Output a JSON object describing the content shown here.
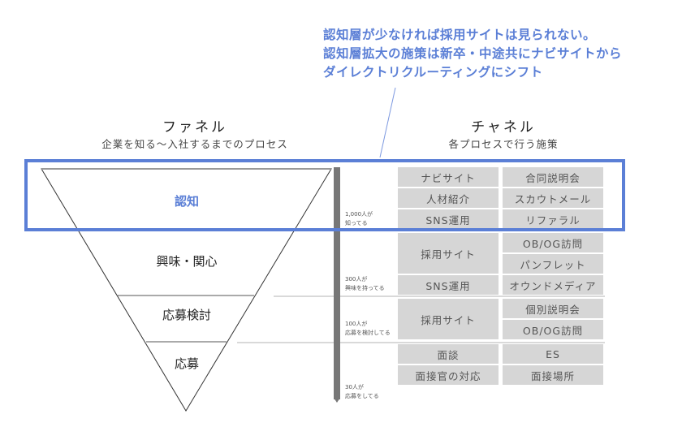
{
  "callout": {
    "lines": [
      "認知層が少なければ採用サイトは見られない。",
      "認知層拡大の施策は新卒・中途共にナビサイトから",
      "ダイレクトリクルーティングにシフト"
    ],
    "color": "#5b7fd6"
  },
  "funnel": {
    "title": "ファネル",
    "subtitle": "企業を知る〜入社するまでのプロセス",
    "stages": [
      {
        "label": "認知",
        "highlighted": true
      },
      {
        "label": "興味・関心"
      },
      {
        "label": "応募検討"
      },
      {
        "label": "応募"
      }
    ]
  },
  "channel": {
    "title": "チャネル",
    "subtitle": "各プロセスで行う施策",
    "counts": [
      {
        "line1": "1,000人が",
        "line2": "知ってる"
      },
      {
        "line1": "300人が",
        "line2": "興味を持ってる"
      },
      {
        "line1": "100人が",
        "line2": "応募を検討してる"
      },
      {
        "line1": "30人が",
        "line2": "応募をしてる"
      }
    ],
    "cells": {
      "awareness": [
        "ナビサイト",
        "合同説明会",
        "人材紹介",
        "スカウトメール",
        "SNS運用",
        "リファラル"
      ],
      "interest": [
        "採用サイト",
        "OB/OG訪問",
        "パンフレット",
        "SNS運用",
        "オウンドメディア"
      ],
      "consideration": [
        "採用サイト",
        "個別説明会",
        "OB/OG訪問"
      ],
      "application": [
        "面談",
        "ES",
        "面接官の対応",
        "面接場所"
      ]
    }
  },
  "colors": {
    "accent": "#5b7fd6",
    "cell_bg": "#d6d6d6",
    "axis": "#777777"
  }
}
